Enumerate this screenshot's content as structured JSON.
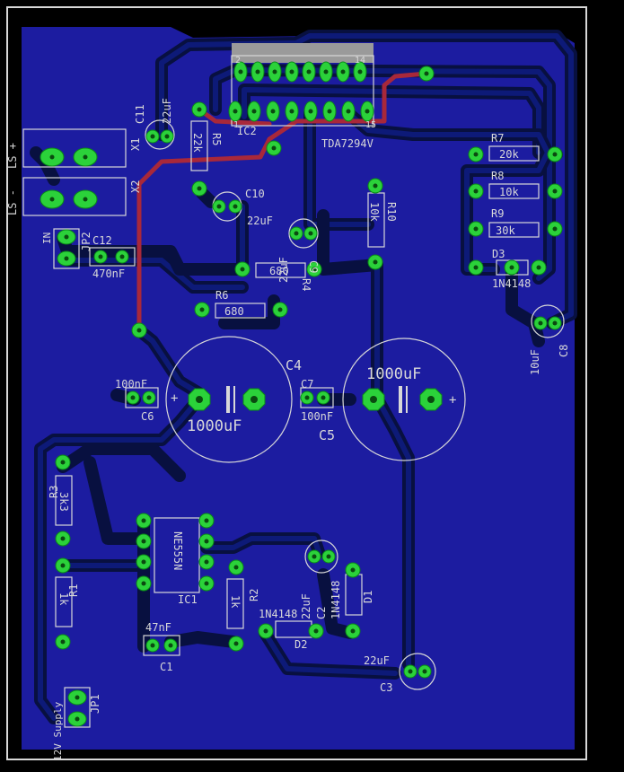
{
  "components": {
    "ic2": "IC2",
    "ic2_value": "TDA7294V",
    "ic2_pin1": "1",
    "ic2_pin2": "2",
    "ic2_pin14": "14",
    "ic2_pin15": "15",
    "r5": "R5",
    "r5_value": "22k",
    "c11": "C11",
    "c11_value": "22uF",
    "x1": "X1",
    "x2": "X2",
    "ls_plus": "LS +",
    "ls_minus": "LS -",
    "c10": "C10",
    "c10_value": "22uF",
    "c9": "C9",
    "r4": "R4",
    "r4_value": "680",
    "r10": "R10",
    "r10_value": "10k",
    "r7": "R7",
    "r7_value": "20k",
    "r8": "R8",
    "r8_value": "10k",
    "r9": "R9",
    "r9_value": "30k",
    "d3": "D3",
    "d3_value": "1N4148",
    "c8": "C8",
    "c8_value": "10uF",
    "in": "IN",
    "jp2": "JP2",
    "c12": "C12",
    "c12_value": "470nF",
    "r6": "R6",
    "r6_value": "680",
    "c4": "C4",
    "c4_value": "1000uF",
    "c5": "C5",
    "c5_value": "1000uF",
    "c6": "C6",
    "c6_value": "100nF",
    "c7": "C7",
    "c7_value": "100nF",
    "r3": "R3",
    "r3_value": "3k3",
    "r1": "R1",
    "r1_value": "1k",
    "ic1": "IC1",
    "ic1_value": "NE555N",
    "r2": "R2",
    "r2_value": "1k",
    "c2": "C2",
    "c2_value": "22uF",
    "d1": "D1",
    "d1_value": "1N4148",
    "d2": "D2",
    "d2_value": "1N4148",
    "c1": "C1",
    "c1_value": "47nF",
    "c3": "C3",
    "c3_value": "22uF",
    "jp1": "JP1",
    "supply": "12V Supply",
    "plus": "+"
  },
  "colors": {
    "board": "#1c1ca0",
    "trace": "#081040",
    "pad": "#2bd23a",
    "silkscreen": "#d8d8d8",
    "top_trace": "#a8283a"
  }
}
